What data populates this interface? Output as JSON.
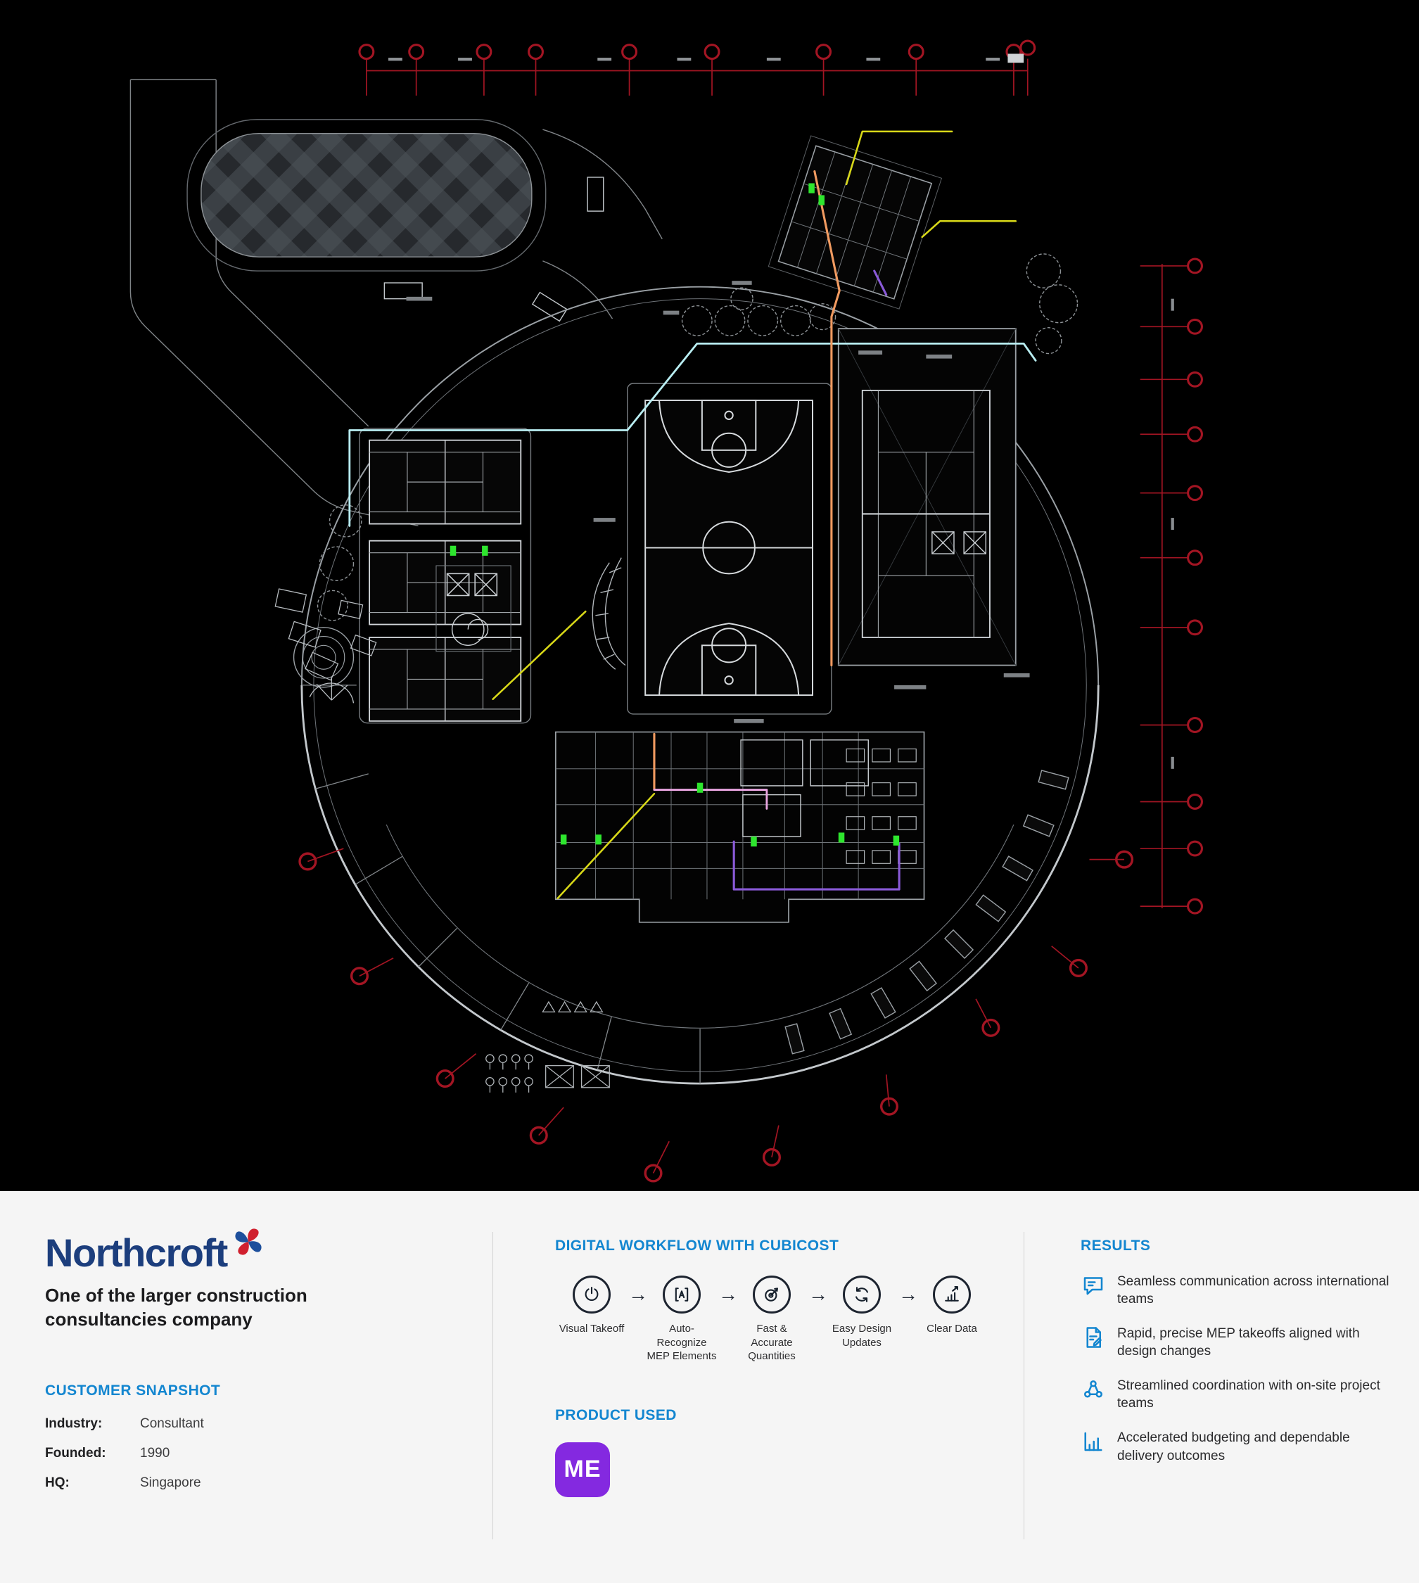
{
  "panel": {
    "brand": {
      "name": "Northcroft",
      "tagline": "One of the larger construction consultancies company",
      "flower_icon": "pinwheel-flower-icon"
    },
    "customer_snapshot": {
      "title": "CUSTOMER SNAPSHOT",
      "fields": [
        {
          "label": "Industry:",
          "value": "Consultant"
        },
        {
          "label": "Founded:",
          "value": "1990"
        },
        {
          "label": "HQ:",
          "value": "Singapore"
        }
      ]
    },
    "workflow": {
      "title": "DIGITAL WORKFLOW WITH CUBICOST",
      "arrow_glyph": "→",
      "steps": [
        {
          "label": "Visual Takeoff",
          "icon": "power-icon"
        },
        {
          "label": "Auto-Recognize MEP Elements",
          "icon": "auto-recognize-icon"
        },
        {
          "label": "Fast & Accurate Quantities",
          "icon": "target-icon"
        },
        {
          "label": "Easy Design Updates",
          "icon": "refresh-icon"
        },
        {
          "label": "Clear Data",
          "icon": "chart-growth-icon"
        }
      ]
    },
    "product": {
      "title": "PRODUCT USED",
      "icon_text": "ME",
      "icon": "cubicost-me-icon"
    },
    "results": {
      "title": "RESULTS",
      "items": [
        {
          "text": "Seamless communication across international teams",
          "icon": "chat-bubble-icon"
        },
        {
          "text": "Rapid, precise MEP takeoffs aligned with design changes",
          "icon": "document-edit-icon"
        },
        {
          "text": "Streamlined coordination with on-site project teams",
          "icon": "team-icon"
        },
        {
          "text": "Accelerated budgeting and dependable delivery outcomes",
          "icon": "bar-chart-icon"
        }
      ]
    }
  },
  "cad": {
    "description": "CAD site floor plan with sports courts, MEP takeoff lines and red dimension markers"
  },
  "colors": {
    "accent_blue": "#1386d0",
    "brand_navy": "#1c3e7d",
    "brand_red": "#d0202e",
    "product_purple": "#8429e0",
    "panel_bg": "#f5f5f5",
    "cad_bg": "#000000",
    "dimension_red": "#a31523",
    "mep_cyan": "#b9eef2",
    "mep_orange": "#f09a60",
    "mep_yellow": "#d8d818",
    "mep_purple": "#8a5ad8",
    "mep_pink": "#eaa6e2",
    "mep_green": "#2ee62e"
  }
}
